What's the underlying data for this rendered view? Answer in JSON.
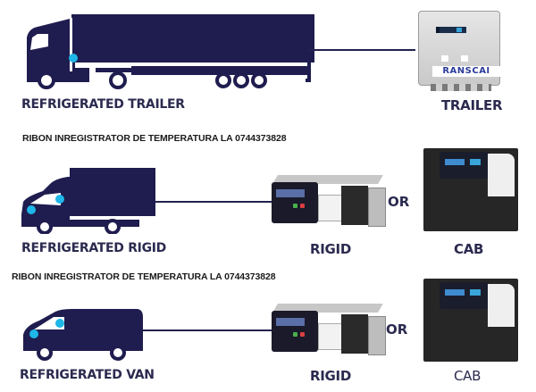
{
  "colors": {
    "vehicle_navy": "#1f1c4f",
    "accent_cyan": "#1fb6e8",
    "label_text": "#2b2a4f",
    "device_gray": "#d8d8d8",
    "cab_black": "#262626"
  },
  "rows": [
    {
      "vehicle_label": "REFRIGERATED TRAILER",
      "vehicle_icon": "semi-trailer-truck-icon",
      "device_label": "TRAILER",
      "device_brand": "RANSCAI"
    },
    {
      "banner": "RIBON INREGISTRATOR DE TEMPERATURA LA 0744373828",
      "vehicle_label": "REFRIGERATED RIGID",
      "vehicle_icon": "rigid-box-truck-icon",
      "device_label": "RIGID",
      "or_label": "OR",
      "alt_device_label": "CAB"
    },
    {
      "banner": "RIBON INREGISTRATOR DE TEMPERATURA LA 0744373828",
      "vehicle_label": "REFRIGERATED VAN",
      "vehicle_icon": "van-icon",
      "device_label": "RIGID",
      "or_label": "OR",
      "alt_device_label": "CAB"
    }
  ]
}
